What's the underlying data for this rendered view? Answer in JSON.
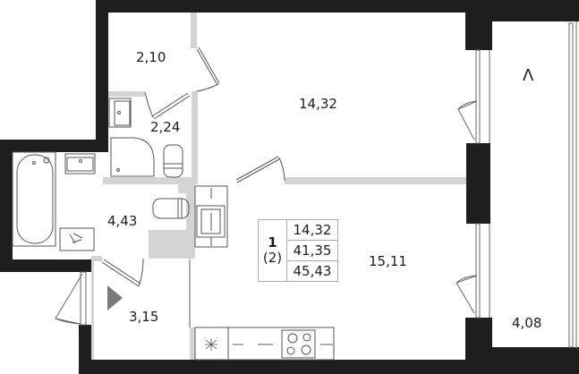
{
  "plan": {
    "type": "apartment-floor-plan",
    "colors": {
      "outer_wall": "#1e1e1e",
      "inner_wall": "#d4d4d4",
      "fixture_line": "#555555",
      "entry_marker": "#7a7a7a"
    },
    "rooms": [
      {
        "id": "hall-closet",
        "area": "2,10"
      },
      {
        "id": "bathroom-small",
        "area": "2,24"
      },
      {
        "id": "bedroom",
        "area": "14,32"
      },
      {
        "id": "bathroom-main",
        "area": "4,43"
      },
      {
        "id": "entrance-hall",
        "area": "3,15"
      },
      {
        "id": "kitchen-living",
        "area": "15,11"
      },
      {
        "id": "balcony",
        "area": "4,08"
      }
    ],
    "balcony_marker": "Λ",
    "summary": {
      "rooms_count": "1",
      "rooms_count_sub": "(2)",
      "living_area": "14,32",
      "total_area": "41,35",
      "total_with_balcony": "45,43"
    }
  }
}
